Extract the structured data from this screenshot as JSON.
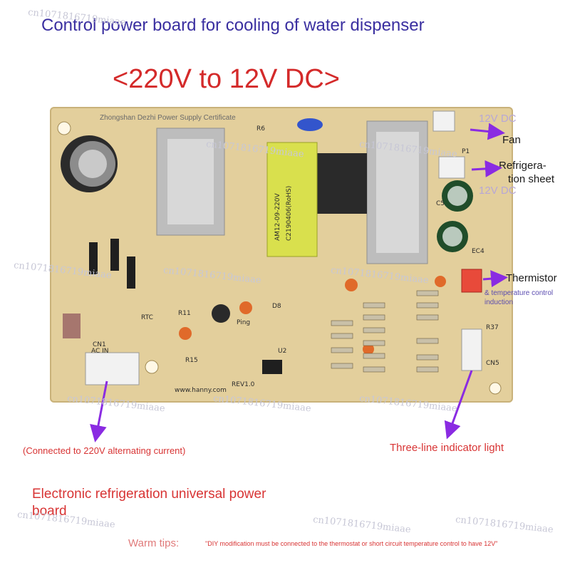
{
  "title": "Control power board for cooling of water dispenser",
  "headline": "<220V to 12V DC>",
  "certificate_text": "Zhongshan Dezhi Power Supply Certificate",
  "labels": {
    "fan_voltage": "12V DC",
    "fan": "Fan",
    "refrigeration_line1": "Refrigera-",
    "refrigeration_line2": "tion sheet",
    "sheet_voltage": "12V DC",
    "thermistor": "Thermistor",
    "thermistor_sub1": "& temperature control",
    "thermistor_sub2": "induction",
    "ac_note": "(Connected to 220V alternating current)",
    "indicator": "Three-line indicator light",
    "universal": "Electronic refrigeration universal power board",
    "warm_tips": "Warm tips:",
    "diy_note": "\"DIY modification must be connected to the thermostat or short circuit temperature control to have 12V\""
  },
  "watermark": "cn1071816719miaae",
  "pcb_marks": {
    "transformer_line1": "AM12-09-220V",
    "transformer_line2": "C2190406(RoHS)",
    "r6": "R6",
    "p1": "P1",
    "c5": "C5",
    "ec4": "EC4",
    "rtc": "RTC",
    "r11": "R11",
    "r15": "R15",
    "u2": "U2",
    "cn1": "CN1",
    "ac_in": "AC IN",
    "cn5": "CN5",
    "r37": "R37",
    "d8": "D8",
    "ping": "Ping",
    "rev": "REV1.0",
    "brand": "www.hanny.com"
  },
  "colors": {
    "title": "#3a2fa0",
    "headline": "#d42a2a",
    "arrow": "#8a2be2",
    "board": "#e3cf9c"
  }
}
